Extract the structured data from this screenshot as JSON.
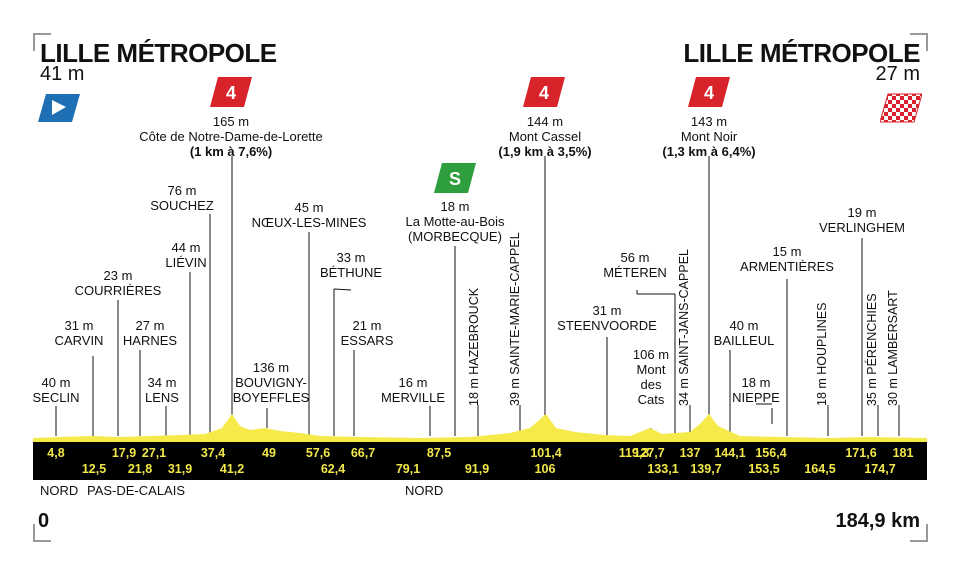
{
  "start": {
    "city": "LILLE MÉTROPOLE",
    "altitude": "41 m"
  },
  "finish": {
    "city": "LILLE MÉTROPOLE",
    "altitude": "27 m"
  },
  "distance_start": "0",
  "distance_total": "184,9 km",
  "climbs": [
    {
      "category": "4",
      "altitude": "165 m",
      "name": "Côte de Notre-Dame-de-Lorette",
      "detail": "(1 km à 7,6%)"
    },
    {
      "category": "4",
      "altitude": "144 m",
      "name": "Mont Cassel",
      "detail": "(1,9 km à 3,5%)"
    },
    {
      "category": "4",
      "altitude": "143 m",
      "name": "Mont Noir",
      "detail": "(1,3 km à 6,4%)"
    }
  ],
  "sprint": {
    "symbol": "S",
    "altitude": "18 m",
    "name": "La Motte-au-Bois",
    "detail": "(MORBECQUE)"
  },
  "places": [
    {
      "alt": "40 m",
      "name": "SECLIN"
    },
    {
      "alt": "31 m",
      "name": "CARVIN"
    },
    {
      "alt": "23 m",
      "name": "COURRIÈRES"
    },
    {
      "alt": "27 m",
      "name": "HARNES"
    },
    {
      "alt": "34 m",
      "name": "LENS"
    },
    {
      "alt": "44 m",
      "name": "LIÉVIN"
    },
    {
      "alt": "76 m",
      "name": "SOUCHEZ"
    },
    {
      "alt": "136 m",
      "name": "BOUVIGNY-",
      "name2": "BOYEFFLES"
    },
    {
      "alt": "45 m",
      "name": "NŒUX-LES-MINES"
    },
    {
      "alt": "33 m",
      "name": "BÉTHUNE"
    },
    {
      "alt": "21 m",
      "name": "ESSARS"
    },
    {
      "alt": "16 m",
      "name": "MERVILLE"
    },
    {
      "alt": "31 m",
      "name": "STEENVOORDE"
    },
    {
      "alt": "56 m",
      "name": "MÉTEREN"
    },
    {
      "alt": "106 m",
      "name": "Mont",
      "name2": "des",
      "name3": "Cats"
    },
    {
      "alt": "40 m",
      "name": "BAILLEUL"
    },
    {
      "alt": "18 m",
      "name": "NIEPPE"
    },
    {
      "alt": "15 m",
      "name": "ARMENTIÈRES"
    },
    {
      "alt": "19 m",
      "name": "VERLINGHEM"
    }
  ],
  "vertical_places": [
    "18 m HAZEBROUCK",
    "39 m SAINTE-MARIE-CAPPEL",
    "34 m SAINT-JANS-CAPPEL",
    "18 m HOUPLINES",
    "35 m PÉRENCHIES",
    "30 m LAMBERSART"
  ],
  "km_top": [
    "4,8",
    "17,9",
    "27,1",
    "37,4",
    "49",
    "57,6",
    "66,7",
    "87,5",
    "101,4",
    "119,3",
    "127,7",
    "137",
    "144,1",
    "156,4",
    "171,6",
    "181"
  ],
  "km_bottom": [
    "12,5",
    "21,8",
    "31,9",
    "41,2",
    "62,4",
    "79,1",
    "91,9",
    "106",
    "133,1",
    "139,7",
    "153,5",
    "164,5",
    "174,7"
  ],
  "regions": [
    "NORD",
    "PAS-DE-CALAIS",
    "NORD"
  ],
  "colors": {
    "climb": "#d8232a",
    "sprint": "#2e9e3e",
    "start_flag": "#1f6fb5",
    "profile": "#f5ea4a",
    "bar": "#000000",
    "km_text": "#f2e84a"
  }
}
